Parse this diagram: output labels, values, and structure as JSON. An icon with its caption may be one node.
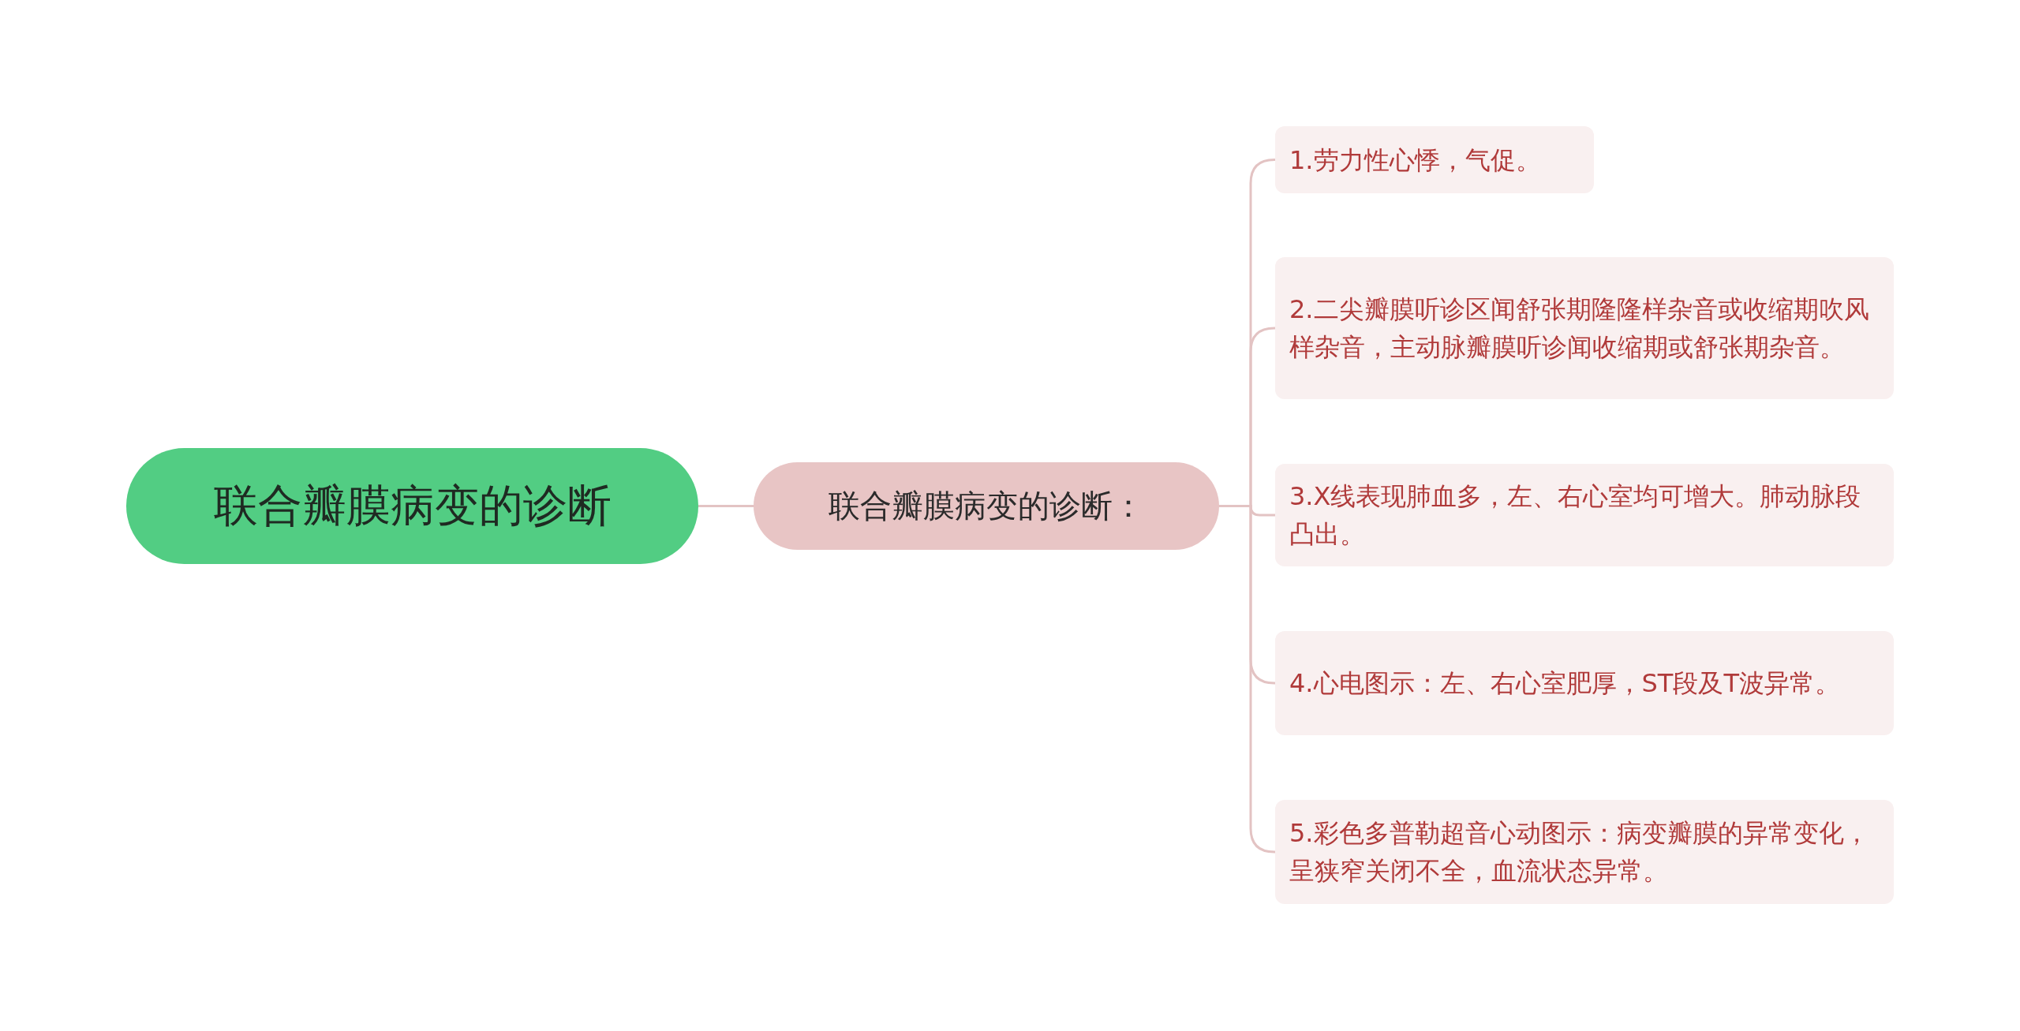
{
  "diagram": {
    "nodes": [
      {
        "text": [
          "联合瓣膜病变的诊断"
        ]
      },
      {
        "text": [
          "联合瓣膜病变的诊断："
        ]
      },
      {
        "text": [
          "1.劳力性心悸，气促。"
        ]
      },
      {
        "text": [
          "2.二尖瓣膜听诊区闻舒张期隆隆样杂音或收缩期吹风样杂音，主动脉瓣膜听诊闻收缩期或舒张期杂音。"
        ]
      },
      {
        "text": [
          "3.X线表现肺血多，左、右心室均可增大。肺动脉段凸出。"
        ]
      },
      {
        "text": [
          "4.心电图示：左、右心室肥厚，ST段及T波异常。"
        ]
      },
      {
        "text": [
          "5.彩色多普勒超音心动图示：病变瓣膜的异常变化，呈狭窄关闭不全，血流状态异常。"
        ]
      }
    ],
    "edges": [
      {
        "from": 0,
        "to": 1,
        "arrow": "none"
      },
      {
        "from": 1,
        "to": 2,
        "arrow": "none"
      },
      {
        "from": 1,
        "to": 3,
        "arrow": "none"
      },
      {
        "from": 1,
        "to": 4,
        "arrow": "none"
      },
      {
        "from": 1,
        "to": 5,
        "arrow": "none"
      },
      {
        "from": 1,
        "to": 6,
        "arrow": "none"
      }
    ]
  }
}
